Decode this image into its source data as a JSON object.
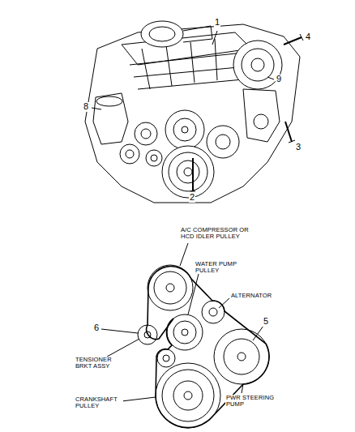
{
  "diagram": {
    "labels": [
      "1",
      "4",
      "9",
      "8",
      "3",
      "2",
      "A/C COMPRESSOR OR HCD IDLER PULLEY",
      "WATER PUMP PULLEY",
      "ALTERNATOR",
      "6",
      "TENSIONER BRKT ASSY",
      "5",
      "CRANKSHAFT PULLEY",
      "PWR STEERING PUMP"
    ]
  }
}
